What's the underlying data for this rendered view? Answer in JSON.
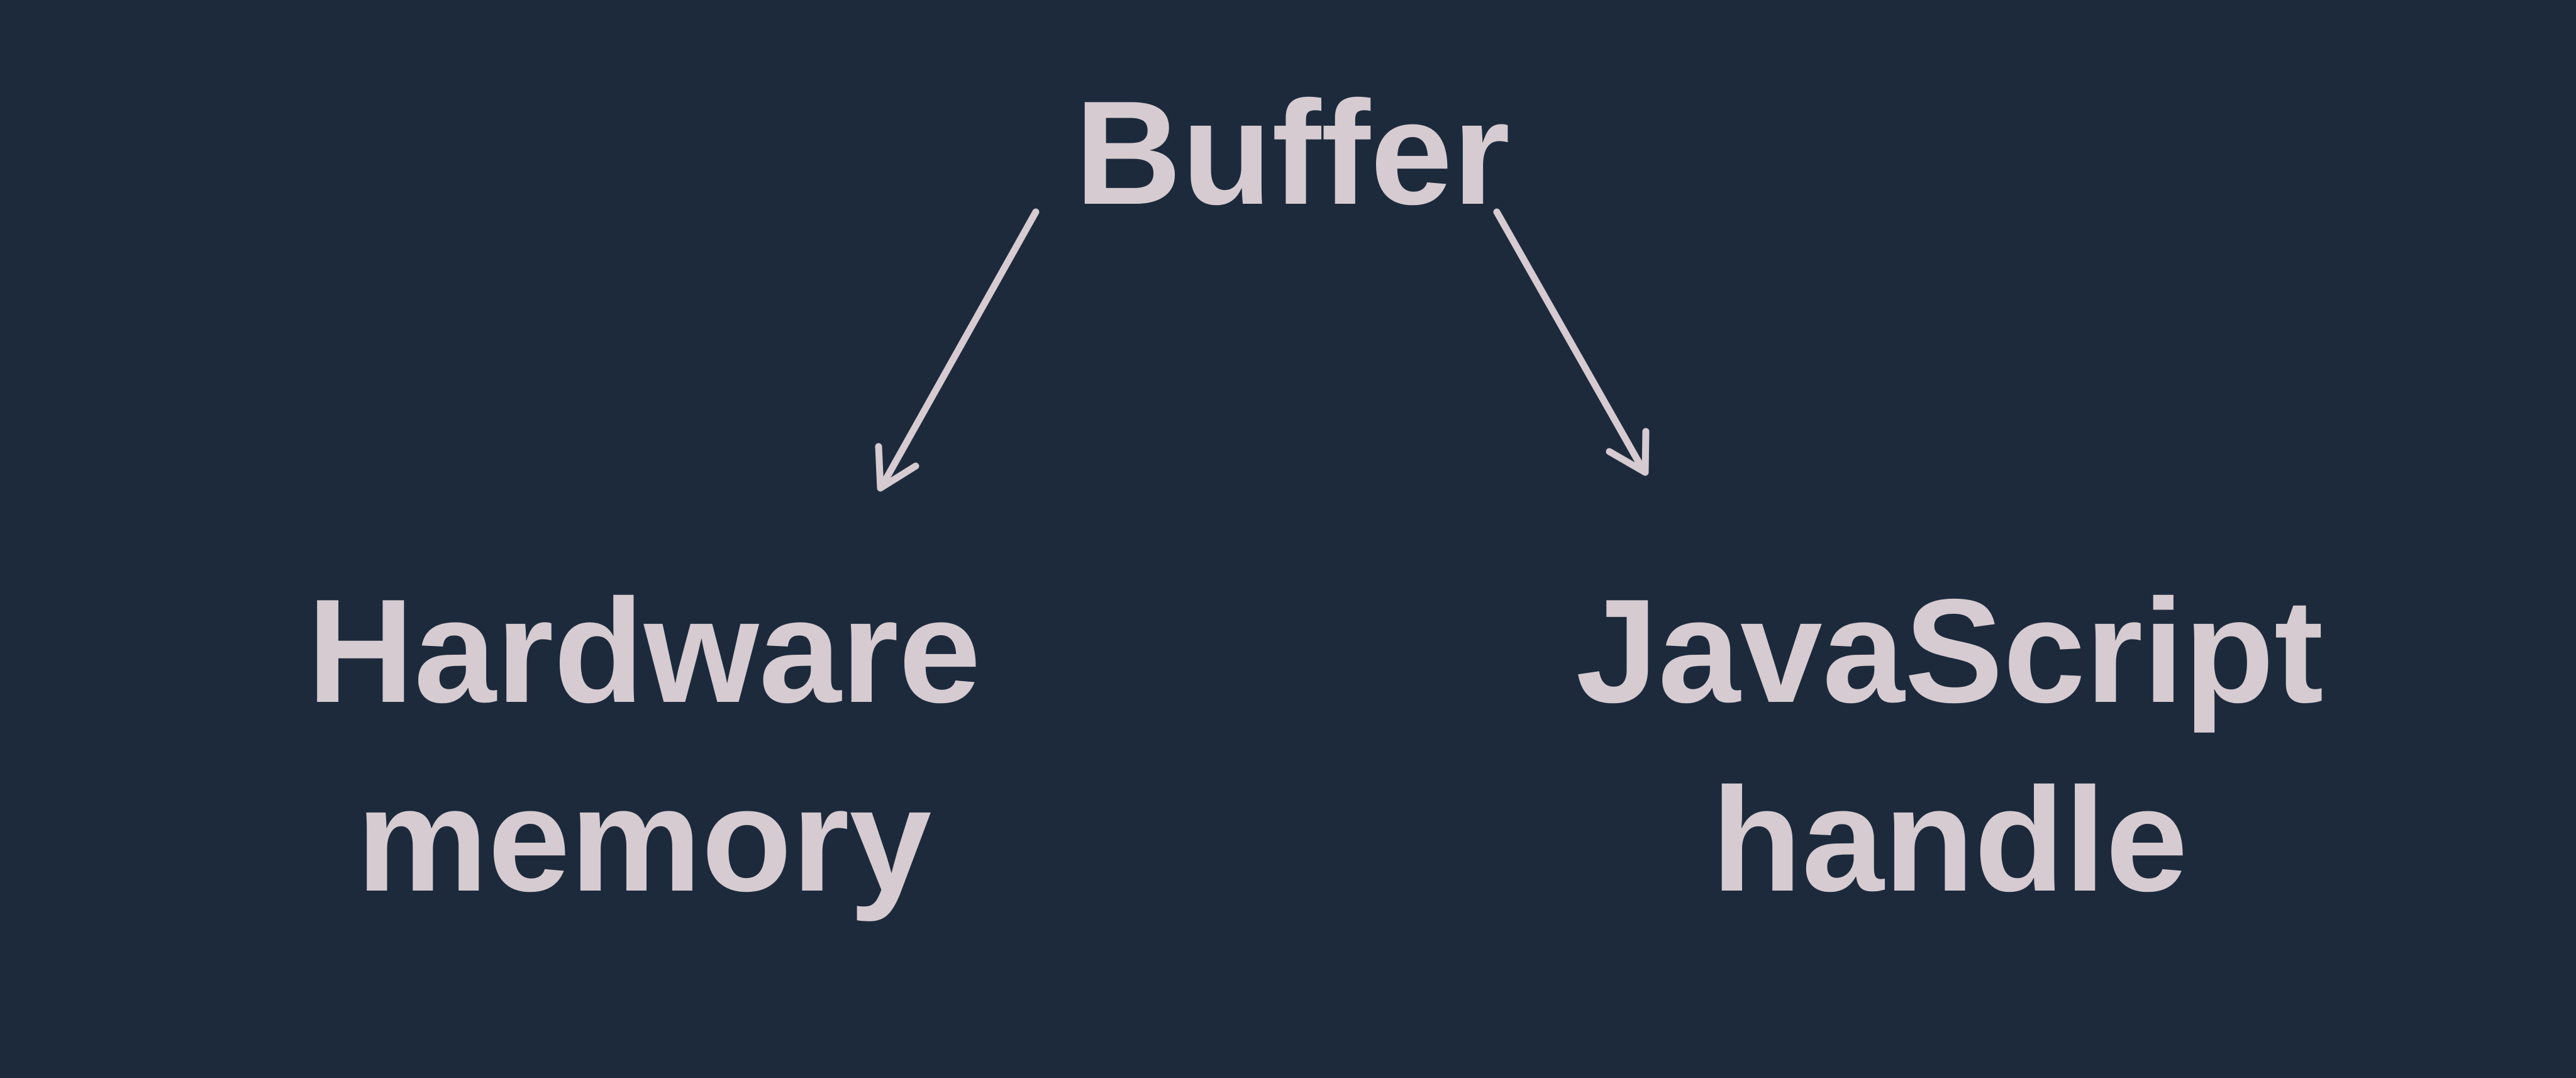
{
  "colors": {
    "background": "#1c2a3c",
    "text": "#d6cbd0",
    "arrow": "#d6cbd0"
  },
  "diagram": {
    "root": {
      "id": "buffer",
      "label": "Buffer"
    },
    "children": [
      {
        "id": "hardware-memory",
        "label": "Hardware memory"
      },
      {
        "id": "javascript-handle",
        "label": "JavaScript handle"
      }
    ],
    "edges": [
      {
        "from": "buffer",
        "to": "hardware-memory"
      },
      {
        "from": "buffer",
        "to": "javascript-handle"
      }
    ]
  }
}
